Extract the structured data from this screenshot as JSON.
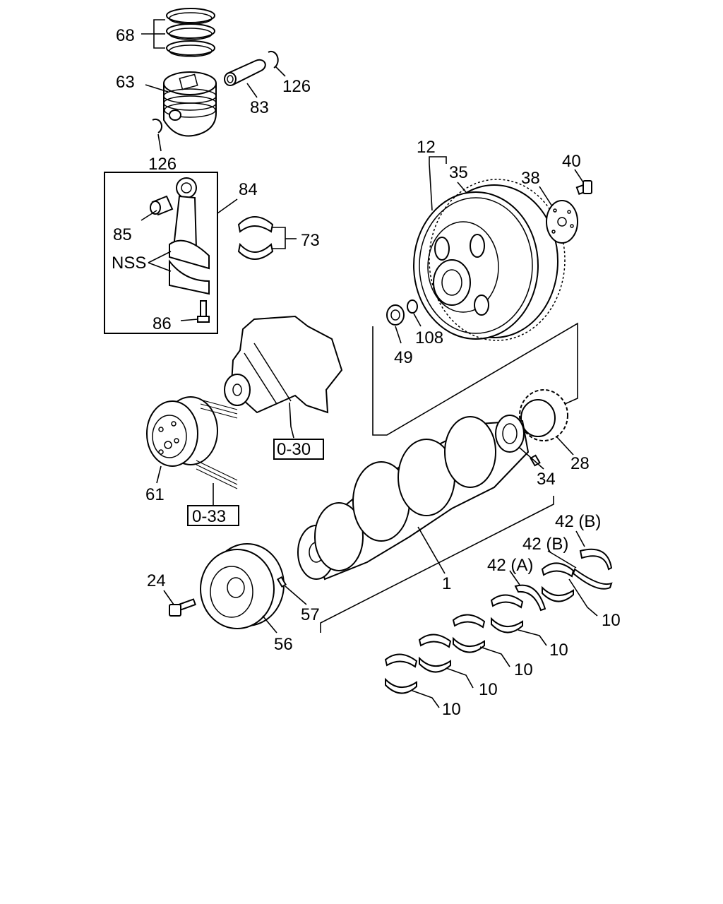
{
  "labels": {
    "l68": "68",
    "l63": "63",
    "l126a": "126",
    "l83": "83",
    "l126b": "126",
    "l84": "84",
    "l85": "85",
    "lNSS": "NSS",
    "l73": "73",
    "l86": "86",
    "l12": "12",
    "l35": "35",
    "l38": "38",
    "l40": "40",
    "l49": "49",
    "l108": "108",
    "l28": "28",
    "l34": "34",
    "l030": "0-30",
    "l61": "61",
    "l033": "0-33",
    "l42b1": "42 (B)",
    "l42b2": "42 (B)",
    "l42a": "42 (A)",
    "l24": "24",
    "l1": "1",
    "l57": "57",
    "l56": "56",
    "l10a": "10",
    "l10b": "10",
    "l10c": "10",
    "l10d": "10",
    "l10e": "10"
  }
}
